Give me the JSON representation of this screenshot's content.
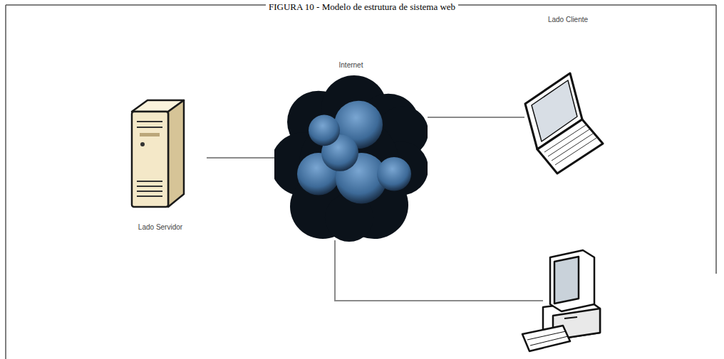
{
  "diagram": {
    "title": "FIGURA 10 - Modelo de estrutura de sistema web",
    "nodes": [
      {
        "text": [
          "Lado Servidor"
        ]
      },
      {
        "text": [
          "Internet"
        ]
      },
      {
        "text": [
          "Lado Cliente"
        ]
      }
    ],
    "edges": [
      {
        "from": 0,
        "to": 1,
        "arrow": "none"
      },
      {
        "from": 1,
        "to": 2,
        "arrow": "none"
      }
    ]
  }
}
